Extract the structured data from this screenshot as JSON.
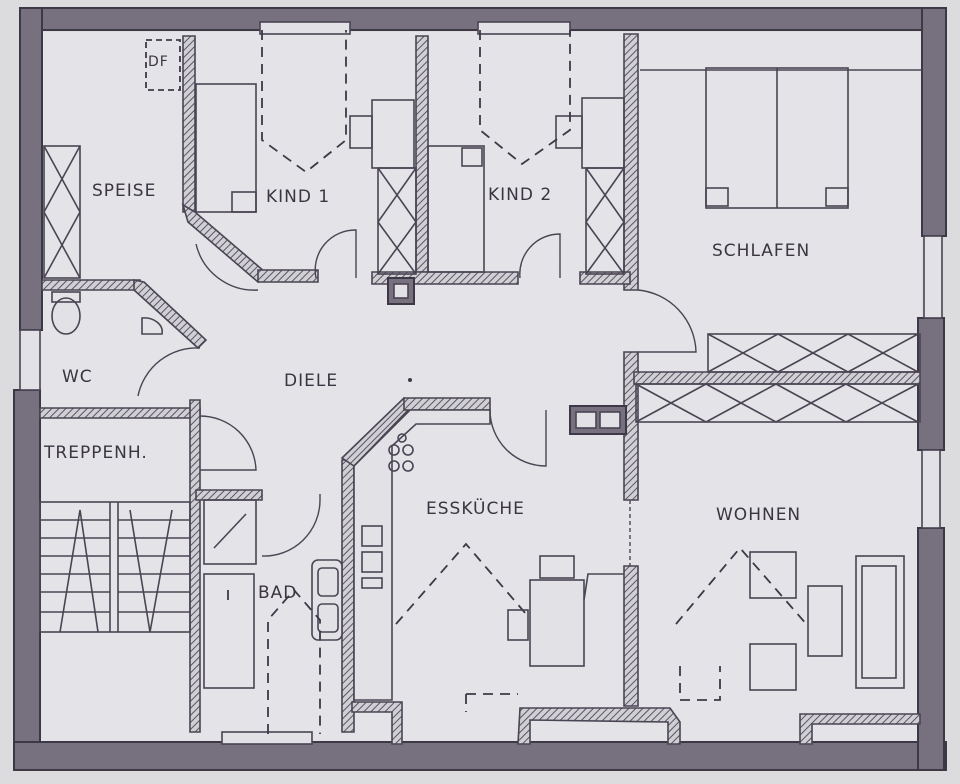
{
  "rooms": {
    "speise": "SPEISE",
    "kind1": "KIND 1",
    "kind2": "KIND 2",
    "schlafen": "SCHLAFEN",
    "wc": "WC",
    "diele": "DIELE",
    "treppenhaus": "TREPPENH.",
    "esskueche": "ESSKÜCHE",
    "wohnen": "WOHNEN",
    "bad": "BAD"
  },
  "symbols": {
    "df": "DF"
  },
  "colors": {
    "paper": "#dcdcdf",
    "wall_fill": "#77707f",
    "line": "#3d3845"
  }
}
